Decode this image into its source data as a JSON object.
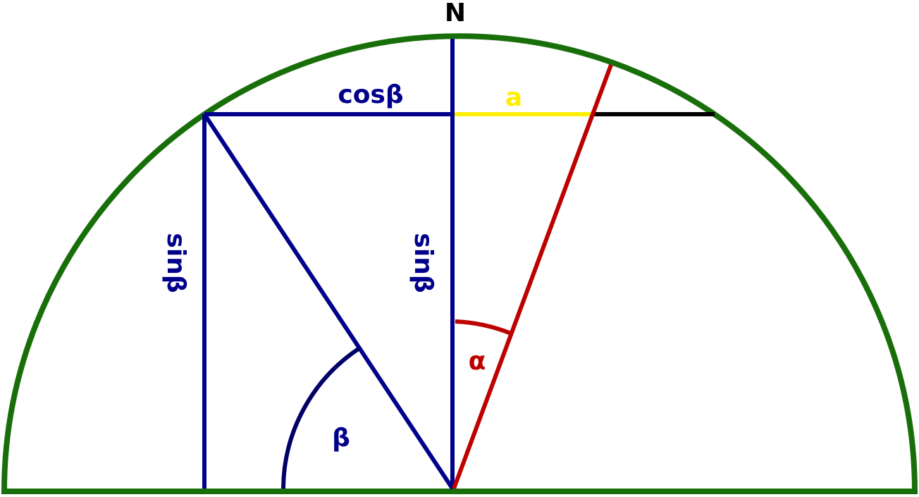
{
  "labels": {
    "north": "N",
    "cos_beta": "cosβ",
    "a": "a",
    "sin_beta_left": "sinβ",
    "sin_beta_center": "sinβ",
    "alpha": "α",
    "beta": "β"
  },
  "colors": {
    "circle": "#186f0a",
    "construction": "#00008b",
    "beta_arc": "#000066",
    "alpha_line": "#bd0000",
    "segment_a": "#ffee00",
    "extension": "#000000",
    "north_label": "#000000"
  }
}
